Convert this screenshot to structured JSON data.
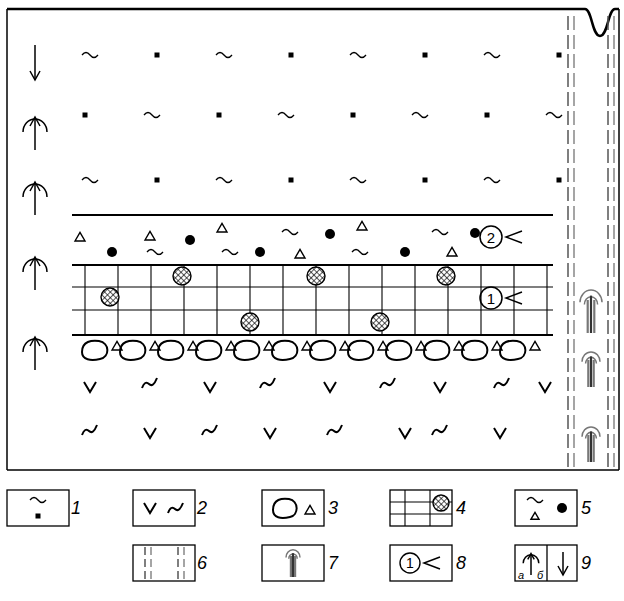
{
  "diagram": {
    "labels": [
      "2",
      "1",
      "1",
      "а",
      "б"
    ],
    "legend": [
      {
        "text": "1"
      },
      {
        "text": "2"
      },
      {
        "text": "3"
      },
      {
        "text": "4"
      },
      {
        "text": "5"
      },
      {
        "text": "6"
      },
      {
        "text": "7"
      },
      {
        "text": "8"
      },
      {
        "text": "9"
      }
    ]
  }
}
